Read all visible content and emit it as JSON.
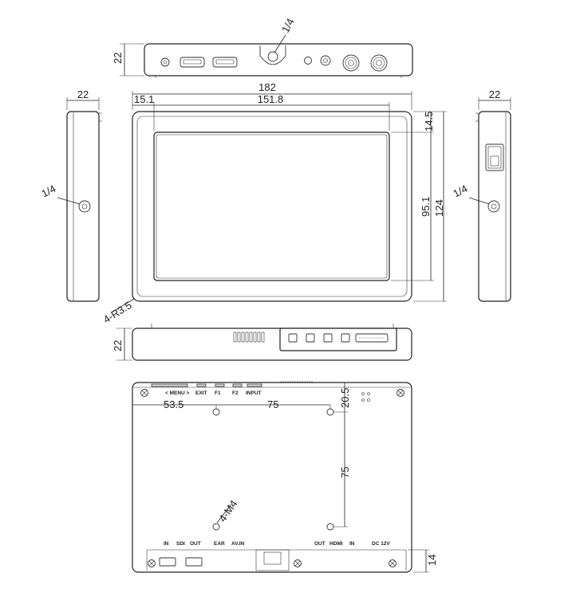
{
  "top_view": {
    "thread_label": "1/4",
    "height_dim": "22"
  },
  "front_view": {
    "width_dim": "182",
    "screen_width_dim": "151.8",
    "left_offset_dim": "15.1",
    "top_offset_dim": "14.5",
    "screen_height_dim": "95.1",
    "height_dim": "124",
    "corner_radius_label": "4-R3.5"
  },
  "left_view": {
    "depth_dim": "22",
    "thread_label": "1/4"
  },
  "right_view": {
    "depth_dim": "22",
    "thread_label": "1/4"
  },
  "bottom_view": {
    "depth_dim": "22"
  },
  "back_view": {
    "button_labels": [
      "< MENU >",
      "EXIT",
      "F1",
      "F2",
      "INPUT"
    ],
    "port_labels": [
      "IN",
      "SDI",
      "OUT",
      "EAR",
      "AV.IN",
      "OUT",
      "HDMI",
      "IN",
      "DC 12V"
    ],
    "dims": {
      "left_offset": "53.5",
      "hole_spacing_x": "75",
      "top_offset": "20.5",
      "hole_spacing_y": "75",
      "bottom_offset": "14"
    },
    "mount_label": "4-M4"
  }
}
